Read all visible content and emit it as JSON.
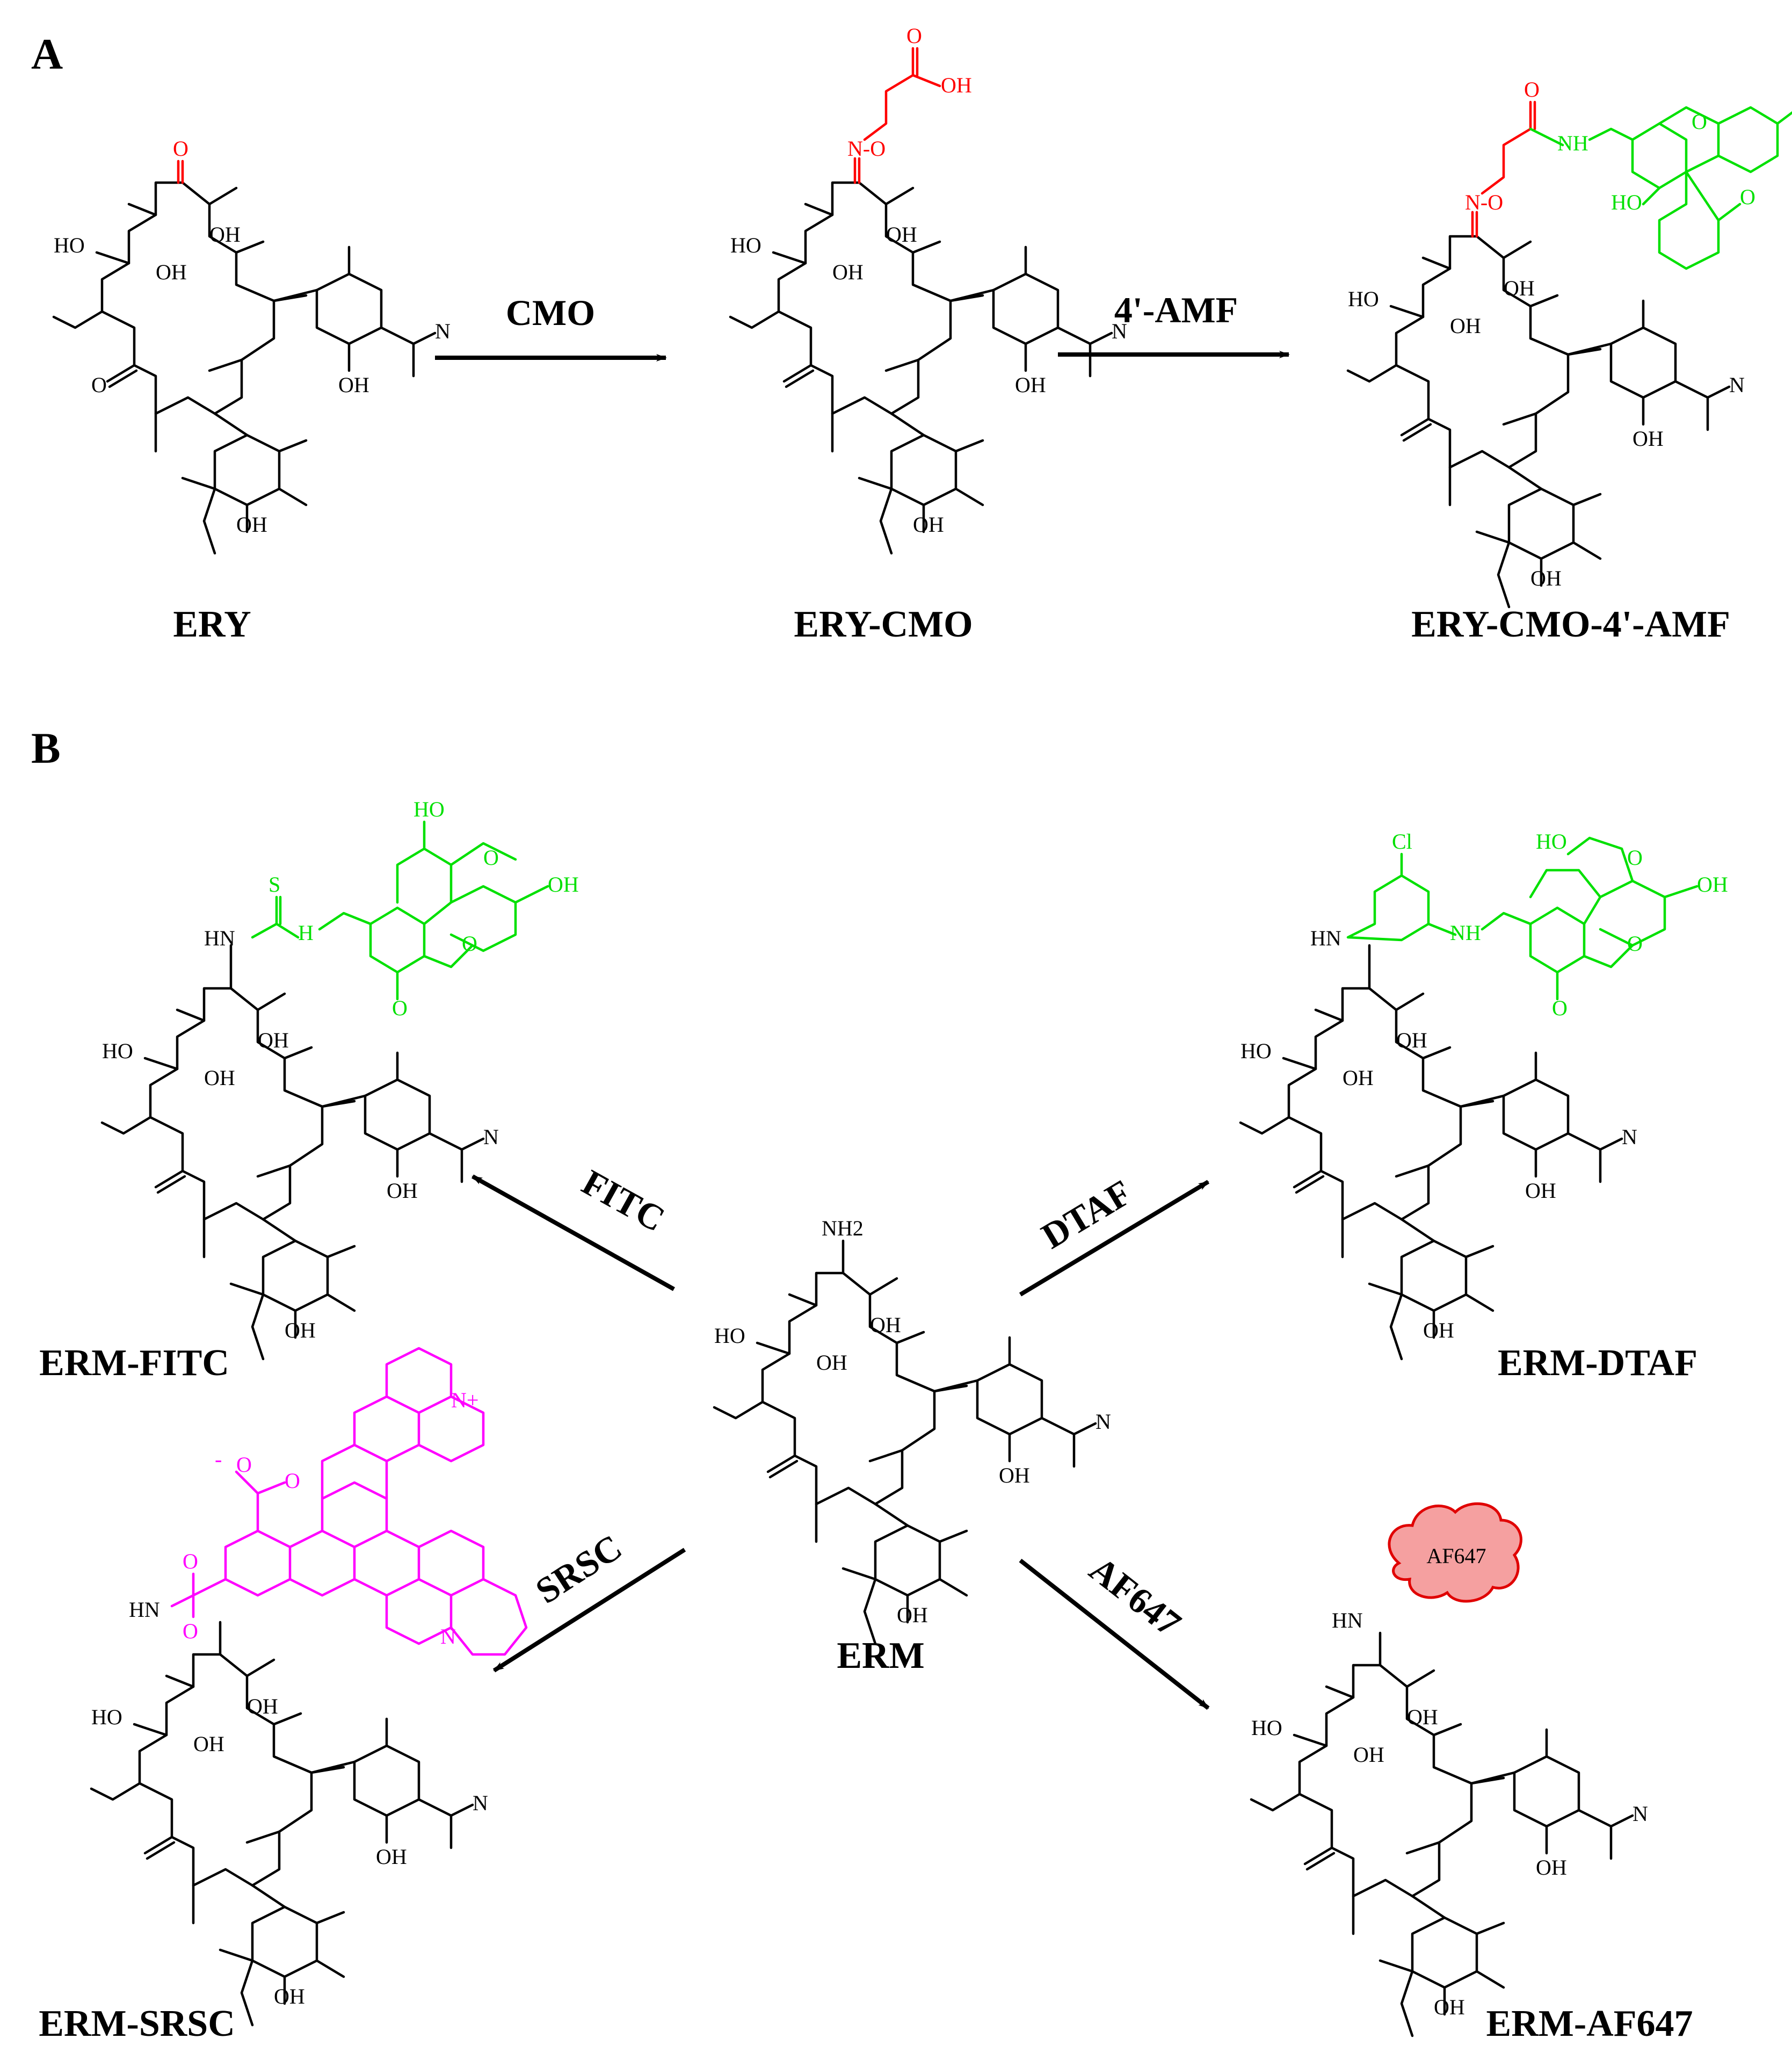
{
  "colors": {
    "core": "#000000",
    "oxime_linker": "#ff0000",
    "fluorescein": "#00e000",
    "rhodamine": "#ff00ff",
    "af647_fill": "#f5a0a0",
    "af647_stroke": "#e00000"
  },
  "panel_a": {
    "letter": "A",
    "compounds": [
      "ERY",
      "ERY-CMO",
      "ERY-CMO-4'-AMF"
    ],
    "reagents": [
      "CMO",
      "4'-AMF"
    ]
  },
  "panel_b": {
    "letter": "B",
    "center_compound": "ERM",
    "center_group": "NH2",
    "products": [
      "ERM-FITC",
      "ERM-DTAF",
      "ERM-SRSC",
      "ERM-AF647"
    ],
    "reagents": [
      "FITC",
      "DTAF",
      "SRSC",
      "AF647"
    ],
    "af647_tag": "AF647"
  },
  "atoms": {
    "oh": "OH",
    "ho": "HO",
    "o": "O",
    "n": "N",
    "nh": "NH",
    "hn": "HN",
    "h": "H",
    "s": "S",
    "cl": "Cl",
    "n_plus": "N+",
    "minus": "-",
    "no": "N-O"
  }
}
